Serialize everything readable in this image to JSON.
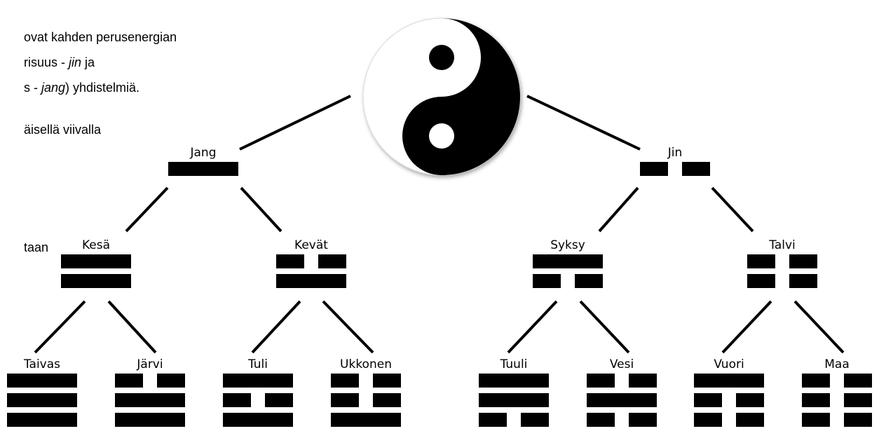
{
  "intro": {
    "line1": "ovat kahden perusenergian",
    "line2_start": "risuus - ",
    "line2_em": "jin",
    "line2_end": " ja",
    "line3_start": "s - ",
    "line3_em": "jang",
    "line3_end": ") yhdistelmiä.",
    "line4": "äisellä viivalla",
    "line5": "taan"
  },
  "root": {
    "symbol": "yin-yang-icon"
  },
  "level1": [
    {
      "label": "Jang",
      "lines": [
        "solid"
      ]
    },
    {
      "label": "Jin",
      "lines": [
        "broken"
      ]
    }
  ],
  "level2": [
    {
      "label": "Kesä",
      "lines": [
        "solid",
        "solid"
      ]
    },
    {
      "label": "Kevät",
      "lines": [
        "broken",
        "solid"
      ]
    },
    {
      "label": "Syksy",
      "lines": [
        "solid",
        "broken"
      ]
    },
    {
      "label": "Talvi",
      "lines": [
        "broken",
        "broken"
      ]
    }
  ],
  "level3": [
    {
      "label": "Taivas",
      "lines": [
        "solid",
        "solid",
        "solid"
      ]
    },
    {
      "label": "Järvi",
      "lines": [
        "broken",
        "solid",
        "solid"
      ]
    },
    {
      "label": "Tuli",
      "lines": [
        "solid",
        "broken",
        "solid"
      ]
    },
    {
      "label": "Ukkonen",
      "lines": [
        "broken",
        "broken",
        "solid"
      ]
    },
    {
      "label": "Tuuli",
      "lines": [
        "solid",
        "solid",
        "broken"
      ]
    },
    {
      "label": "Vesi",
      "lines": [
        "broken",
        "solid",
        "broken"
      ]
    },
    {
      "label": "Vuori",
      "lines": [
        "solid",
        "broken",
        "broken"
      ]
    },
    {
      "label": "Maa",
      "lines": [
        "broken",
        "broken",
        "broken"
      ]
    }
  ],
  "colors": {
    "line": "#000000",
    "background": "#ffffff",
    "yin": "#000000",
    "yang": "#ffffff"
  }
}
